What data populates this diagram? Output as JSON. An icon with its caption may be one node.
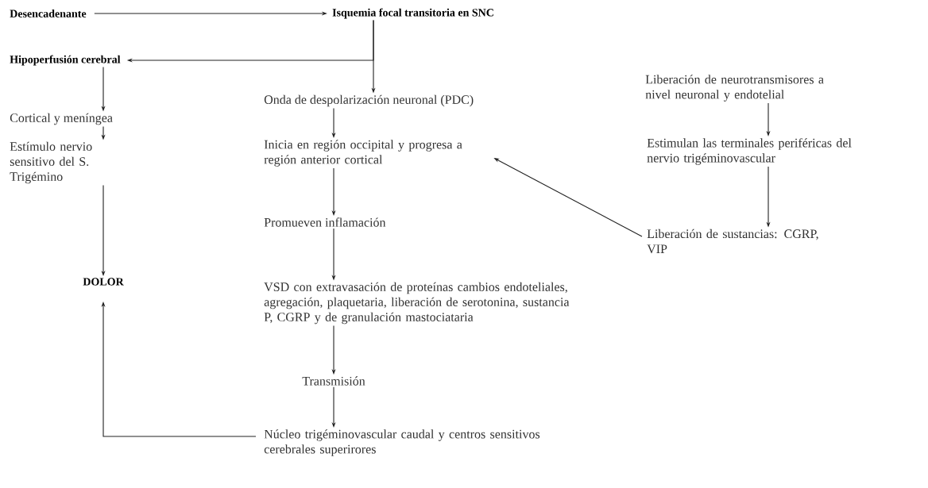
{
  "diagram": {
    "nodes": [
      {
        "text": [
          "Desencadenante"
        ]
      },
      {
        "text": [
          "Isquemia focal transitoria en SNC"
        ]
      },
      {
        "text": [
          "Hipoperfusión cerebral"
        ]
      },
      {
        "text": [
          "Cortical y meníngea"
        ]
      },
      {
        "text": [
          "Estímulo nervio sensitivo del S. Trigémino"
        ]
      },
      {
        "text": [
          "DOLOR"
        ]
      },
      {
        "text": [
          "Onda de despolarización neuronal (PDC)"
        ]
      },
      {
        "text": [
          "Inicia en región occipital y progresa a región anterior cortical"
        ]
      },
      {
        "text": [
          "Promueven inflamación"
        ]
      },
      {
        "text": [
          "VSD con extravasación de proteínas cambios endoteliales, agregación, plaquetaria, liberación de serotonina, sustancia P, CGRP y de granulación mastociataria"
        ]
      },
      {
        "text": [
          "Transmisión"
        ]
      },
      {
        "text": [
          "Núcleo trigéminovascular caudal y centros sensitivos cerebrales superirores"
        ]
      },
      {
        "text": [
          "Liberación de neurotransmisores a nivel neuronal y endotelial"
        ]
      },
      {
        "text": [
          "Estimulan las terminales periféricas del nervio trigéminovascular"
        ]
      },
      {
        "text": [
          "Liberación de sustancias: CGRP, VIP"
        ]
      }
    ],
    "edges": [
      {
        "from": 0,
        "to": 1,
        "arrow": "to"
      },
      {
        "from": 1,
        "to": 6,
        "arrow": "to"
      },
      {
        "from": 1,
        "to": 2,
        "arrow": "to"
      },
      {
        "from": 2,
        "to": 3,
        "arrow": "to"
      },
      {
        "from": 3,
        "to": 4,
        "arrow": "to"
      },
      {
        "from": 4,
        "to": 5,
        "arrow": "to"
      },
      {
        "from": 6,
        "to": 7,
        "arrow": "to"
      },
      {
        "from": 7,
        "to": 8,
        "arrow": "to"
      },
      {
        "from": 8,
        "to": 9,
        "arrow": "to"
      },
      {
        "from": 9,
        "to": 10,
        "arrow": "to"
      },
      {
        "from": 10,
        "to": 11,
        "arrow": "to"
      },
      {
        "from": 11,
        "to": 5,
        "arrow": "to"
      },
      {
        "from": 12,
        "to": 13,
        "arrow": "to"
      },
      {
        "from": 13,
        "to": 14,
        "arrow": "to"
      },
      {
        "from": 14,
        "to": 7,
        "arrow": "to"
      }
    ]
  }
}
